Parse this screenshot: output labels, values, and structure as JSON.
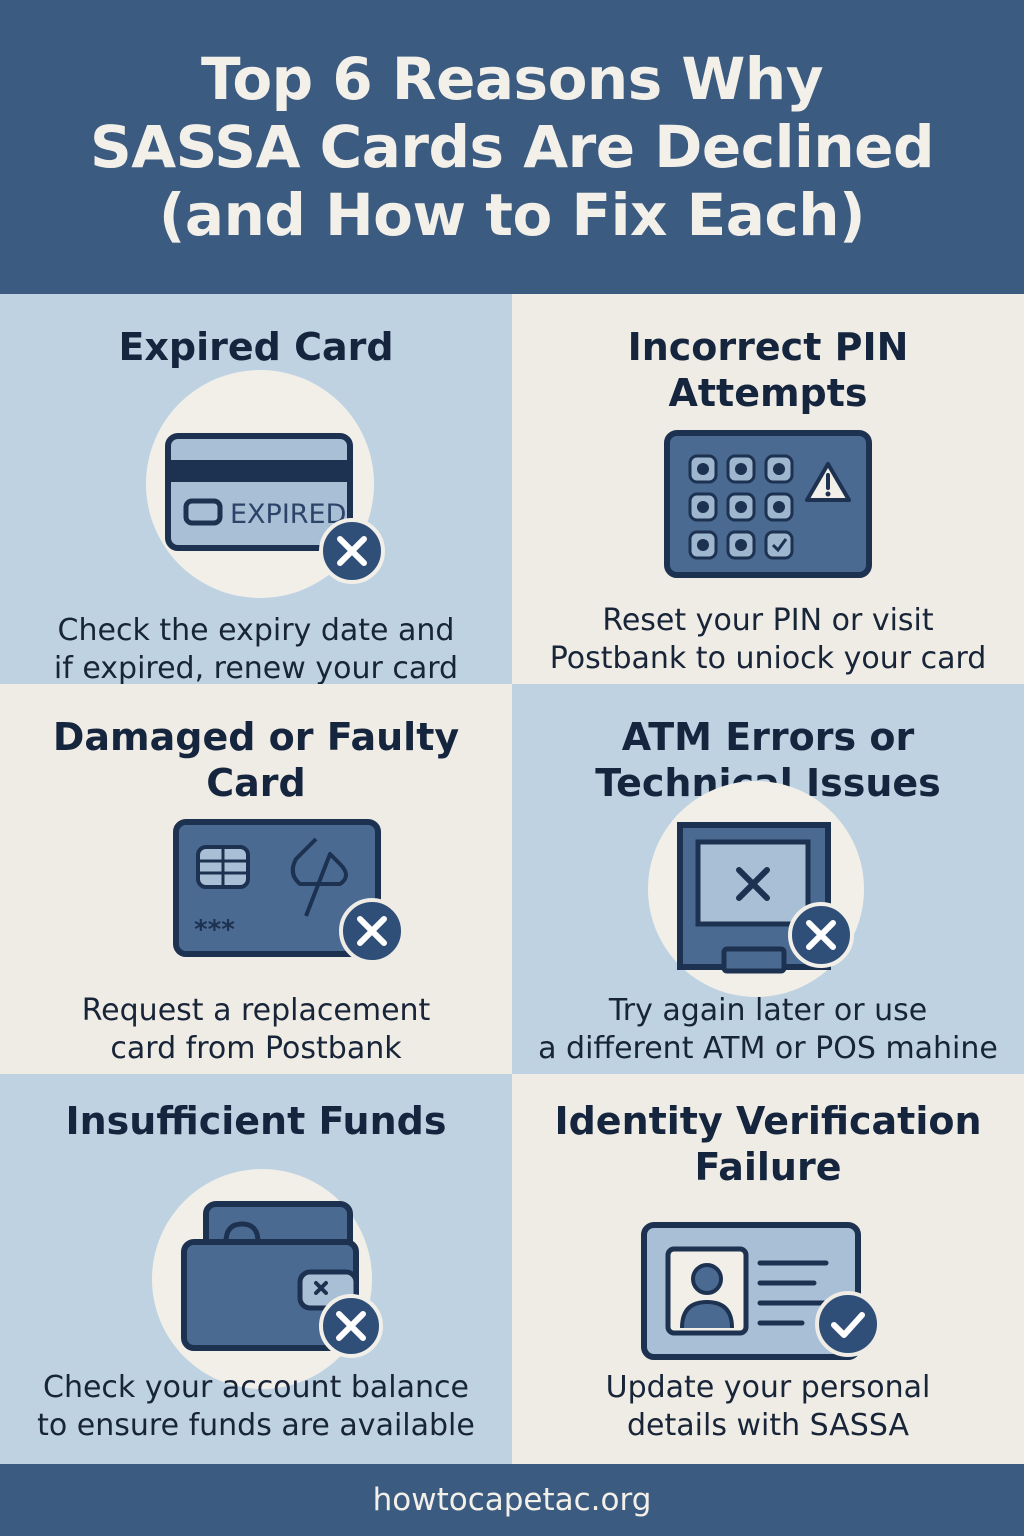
{
  "header": {
    "title": "Top 6 Reasons Why\nSASSA Cards Are Declined\n(and How to Fix Each)"
  },
  "reasons": [
    {
      "title": "Expired Card",
      "fix": "Check the expiry date and\n if expired, renew your card",
      "icon": "expired-card-icon",
      "card_text": "EXPIRED"
    },
    {
      "title": "Incorrect PIN\nAttempts",
      "fix": "Reset your PIN or visit\nPostbank to uniock your card",
      "icon": "pin-keypad-warning-icon"
    },
    {
      "title": "Damaged or Faulty\nCard",
      "fix": "Request a replacement\n card from Postbank",
      "icon": "damaged-card-icon",
      "card_text": "***"
    },
    {
      "title": "ATM Errors or\nTechnical Issues",
      "fix": "Try again later or use\na different ATM or POS mahine",
      "icon": "atm-error-icon"
    },
    {
      "title": "Insufficient Funds",
      "fix": "Check your account balance\nto ensure funds are available",
      "icon": "wallet-icon"
    },
    {
      "title": "Identity Verification\nFailure",
      "fix": "Update your personal\n details with SASSA",
      "icon": "id-card-check-icon"
    }
  ],
  "footer": {
    "website": "howtocapetac.org"
  },
  "colors": {
    "header_bg": "#3b5b80",
    "cell_blue": "#bfd2e2",
    "cell_cream": "#efebe5",
    "icon_fill": "#4b6a92",
    "icon_dark": "#1d3150",
    "badge": "#2f4f78"
  }
}
